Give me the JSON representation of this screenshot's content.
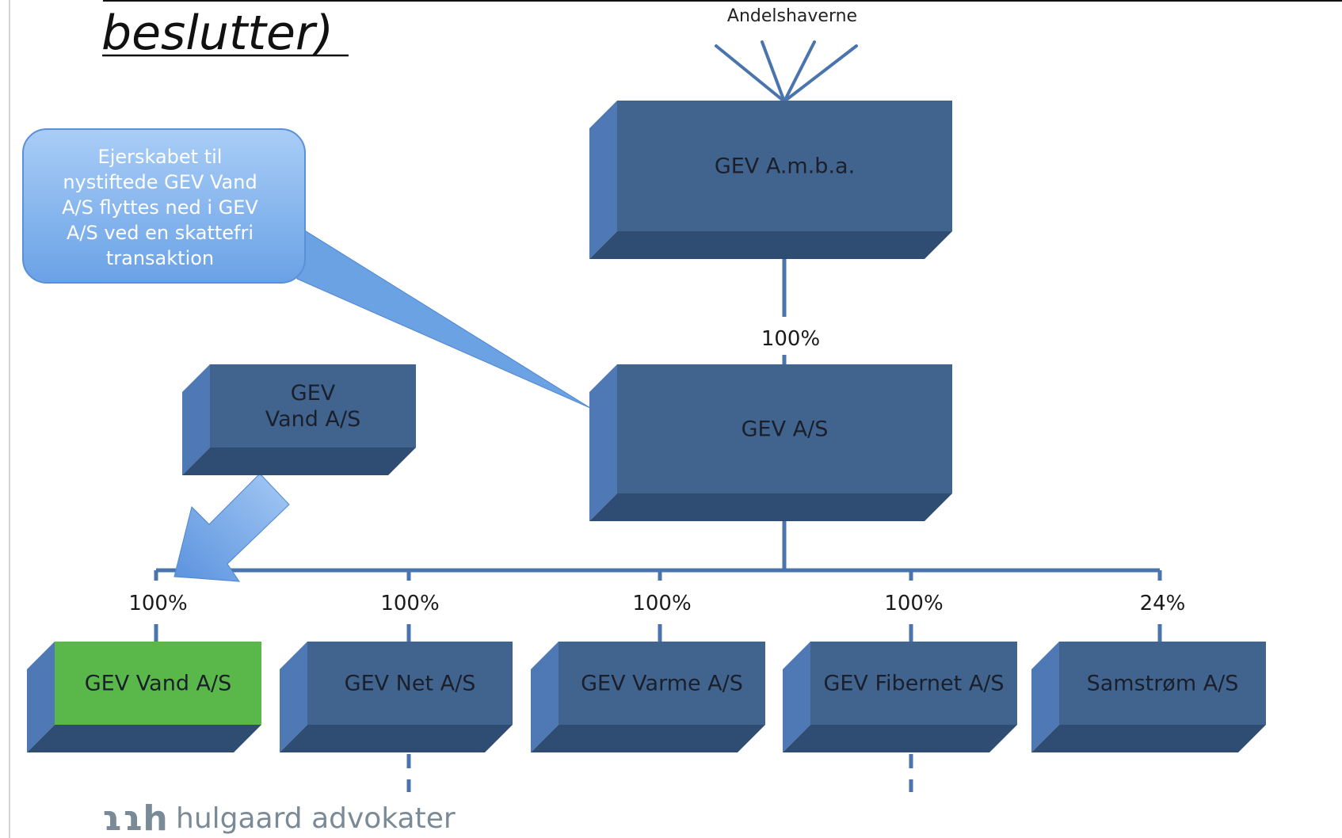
{
  "slide": {
    "title_fragment": "beslutter)",
    "shareholders_label": "Andelshaverne"
  },
  "callout": {
    "lines": [
      "Ejerskabet til",
      "nystiftede GEV Vand",
      "A/S flyttes ned i GEV",
      "A/S ved en skattefri",
      "transaktion"
    ]
  },
  "entities": {
    "amba": "GEV A.m.b.a.",
    "as": "GEV A/S",
    "vand_new": [
      "GEV",
      "Vand A/S"
    ]
  },
  "subsidiaries": [
    {
      "name": "GEV Vand A/S",
      "pct": "100%",
      "highlight": true
    },
    {
      "name": "GEV Net A/S",
      "pct": "100%",
      "highlight": false
    },
    {
      "name": "GEV Varme A/S",
      "pct": "100%",
      "highlight": false
    },
    {
      "name": "GEV Fibernet A/S",
      "pct": "100%",
      "highlight": false
    },
    {
      "name": "Samstrøm A/S",
      "pct": "24%",
      "highlight": false
    }
  ],
  "ownership": {
    "amba_to_as": "100%"
  },
  "footer": {
    "logo_mark": "ɿɿh",
    "firm": "hulgaard advokater"
  },
  "colors": {
    "box_front": "#41648f",
    "box_side": "#4f79b5",
    "box_bottom": "#2f4c73",
    "highlight": "#5ab84a",
    "line": "#4a74ad",
    "callout": "#79aeea",
    "footer": "#7a8a96"
  }
}
